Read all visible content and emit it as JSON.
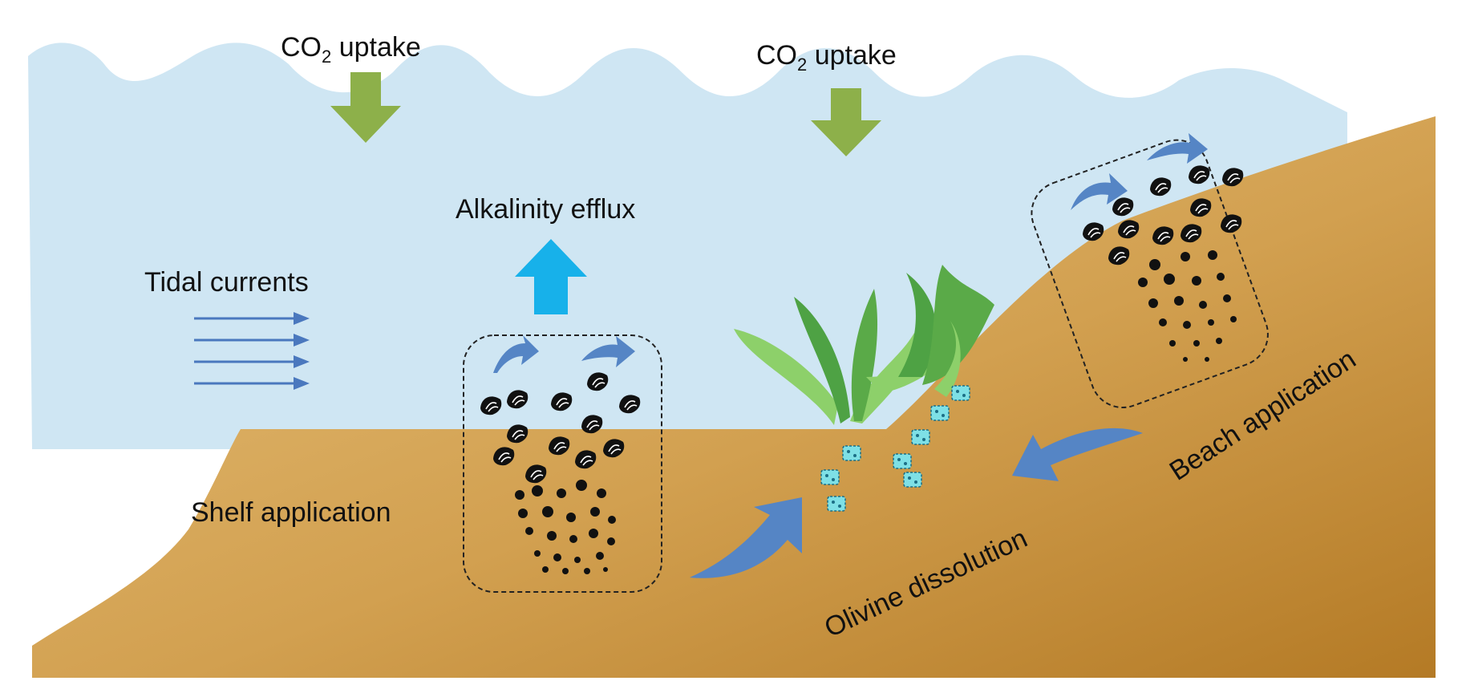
{
  "labels": {
    "co2_left": "CO",
    "co2_left_sub": "2",
    "co2_left_tail": " uptake",
    "co2_right": "CO",
    "co2_right_sub": "2",
    "co2_right_tail": " uptake",
    "alkalinity": "Alkalinity efflux",
    "tidal": "Tidal currents",
    "shelf": "Shelf application",
    "olivine": "Olivine dissolution",
    "beach": "Beach application"
  },
  "colors": {
    "water": "#cfe6f3",
    "sand_light": "#e6c079",
    "sand_dark": "#b47a25",
    "co2_arrow": "#8db04a",
    "alkalinity_arrow": "#17b1ea",
    "flow_arrow": "#5585c5",
    "seagrass_light": "#8dd06a",
    "seagrass_dark": "#4ea244",
    "olivine_grain": "#7ee0e6"
  },
  "icons": [
    "co2-down-arrow",
    "alkalinity-up-arrow",
    "tidal-current-arrows",
    "curved-flow-arrow",
    "seagrass-icon",
    "olivine-grain-icon",
    "sediment-particle-icon"
  ]
}
